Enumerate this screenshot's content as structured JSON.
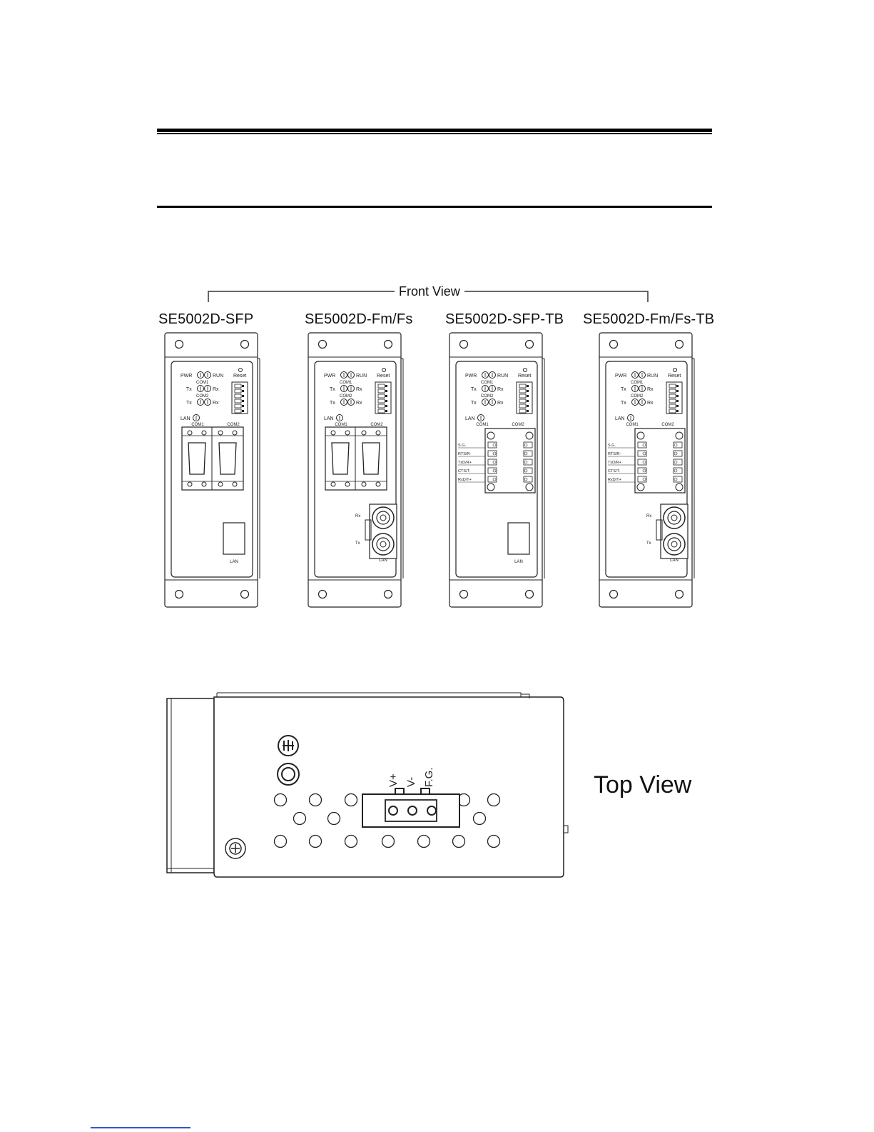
{
  "front_view": {
    "label": "Front View",
    "models": [
      {
        "name": "SE5002D-SFP",
        "com": "terminal-db9",
        "lan": "rj45"
      },
      {
        "name": "SE5002D-Fm/Fs",
        "com": "terminal-db9",
        "lan": "fiber"
      },
      {
        "name": "SE5002D-SFP-TB",
        "com": "terminal-block",
        "lan": "rj45"
      },
      {
        "name": "SE5002D-Fm/Fs-TB",
        "com": "terminal-block",
        "lan": "fiber"
      }
    ],
    "panel_labels": {
      "pwr": "PWR",
      "run": "RUN",
      "com1": "COM1",
      "com2": "COM2",
      "tx": "Tx",
      "rx": "Rx",
      "reset": "Reset",
      "lan": "LAN",
      "sg": "S.G.",
      "rts": "RTS/R-",
      "txd": "TxD/R+",
      "cts": "CTS/T-",
      "rxd": "RxD/T+"
    }
  },
  "top_view": {
    "label": "Top View",
    "terminal_labels": [
      "V+",
      "V-",
      "F.G."
    ]
  }
}
